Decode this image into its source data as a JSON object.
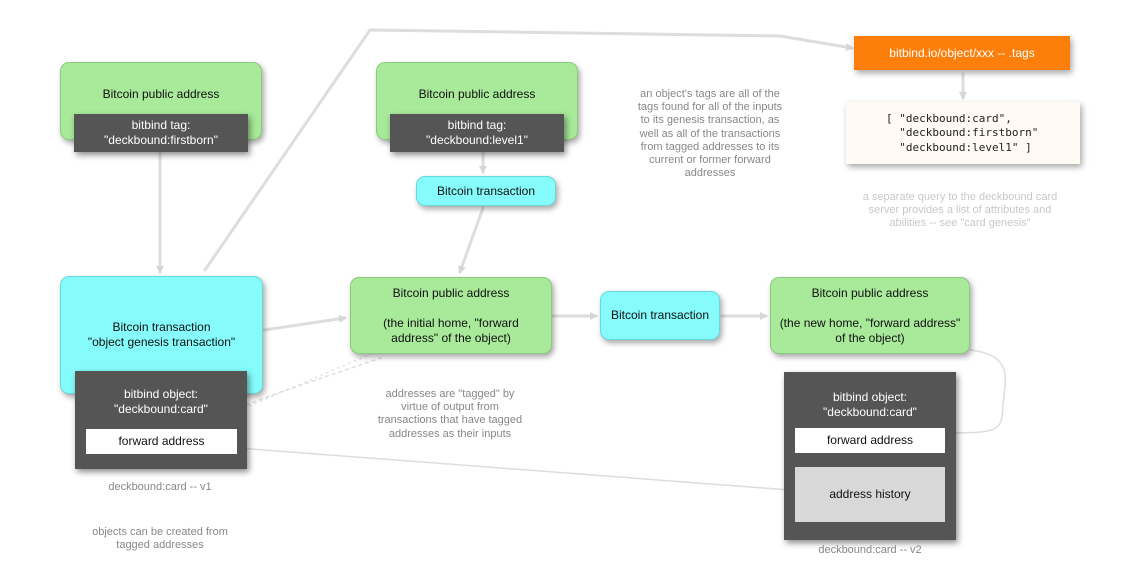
{
  "nodes": {
    "addr_firstborn": {
      "title": "Bitcoin public address",
      "tag": "bitbind tag:\n\"deckbound:firstborn\""
    },
    "addr_level1": {
      "title": "Bitcoin public address",
      "tag": "bitbind tag:\n\"deckbound:level1\""
    },
    "tx_small": "Bitcoin transaction",
    "genesis_tx": "Bitcoin transaction\n\"object genesis transaction\"",
    "object_v1": {
      "title": "bitbind object:\n\"deckbound:card\"",
      "field": "forward address",
      "caption": "deckbound:card -- v1"
    },
    "addr_initial": "Bitcoin public address\n\n(the initial home, \"forward\naddress\" of the object)",
    "tx_mid": "Bitcoin transaction",
    "addr_new": "Bitcoin public address\n\n(the new home, \"forward address\"\nof the object)",
    "object_v2": {
      "title": "bitbind object:\n\"deckbound:card\"",
      "field": "forward address",
      "history": "address history",
      "caption": "deckbound:card -- v2"
    },
    "api_endpoint": "bitbind.io/object/xxx -- .tags",
    "api_result": "[ \"deckbound:card\",\n  \"deckbound:firstborn\"\n  \"deckbound:level1\" ]"
  },
  "notes": {
    "tags_note": "an object's tags are all of the\ntags found for all of the inputs\nto its genesis transaction, as\nwell as all of the transactions\nfrom tagged addresses to its\ncurrent or former forward\naddresses",
    "query_note": "a separate query to the deckbound card\nserver provides a list of attributes and\nabilities -- see \"card genesis\"",
    "tagged_note": "addresses are \"tagged\" by\nvirtue of output from\ntransactions that have tagged\naddresses as their inputs",
    "objects_note": "objects can be created from\ntagged addresses"
  },
  "colors": {
    "address": "#a8e99a",
    "transaction": "#85fbfb",
    "object": "#555555",
    "api": "#fc7f0c",
    "connector": "#dddddd"
  }
}
